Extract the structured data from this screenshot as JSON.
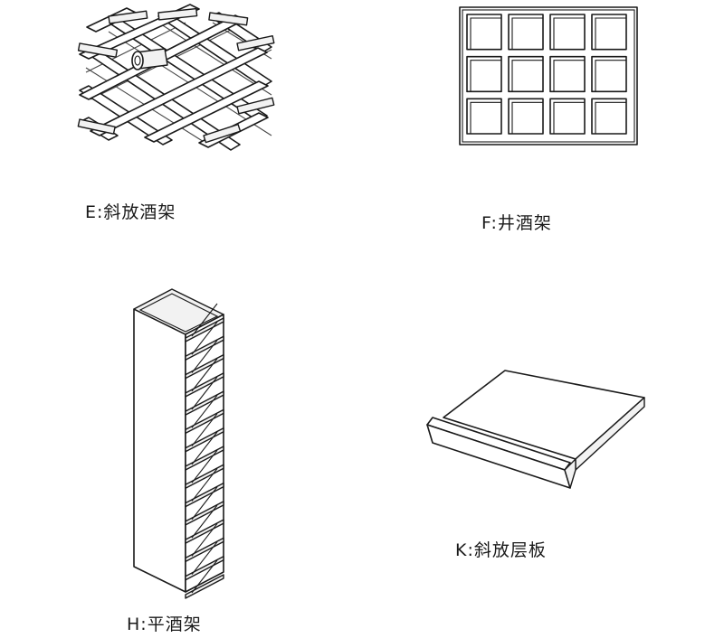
{
  "captions": {
    "e": "E:斜放酒架",
    "f": "F:井酒架",
    "h": "H:平酒架",
    "k": "K:斜放层板"
  },
  "grid_rack": {
    "columns": 4,
    "rows": 3
  },
  "tall_rack": {
    "shelves": 14
  }
}
